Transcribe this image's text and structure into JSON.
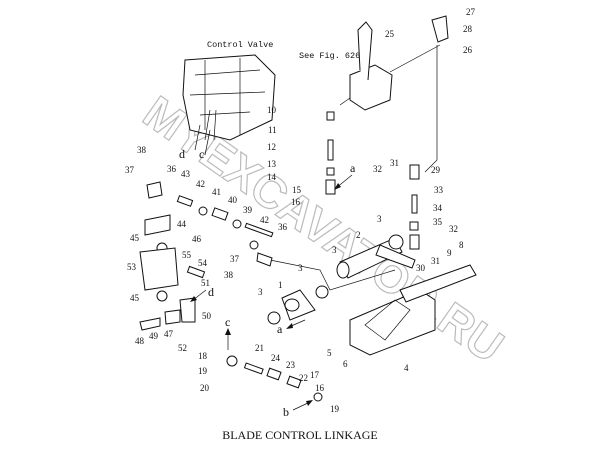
{
  "title": "BLADE CONTROL LINKAGE",
  "watermark": "MYEXCAVATOR.RU",
  "captions": {
    "control_valve": "Control Valve",
    "see_fig": "See Fig. 626"
  },
  "labels": [
    "27",
    "28",
    "26",
    "25",
    "10",
    "11",
    "12",
    "13",
    "14",
    "15",
    "16",
    "a",
    "d",
    "c",
    "38",
    "37",
    "36",
    "43",
    "42",
    "41",
    "40",
    "39",
    "42",
    "36",
    "37",
    "38",
    "44",
    "45",
    "46",
    "55",
    "54",
    "53",
    "51",
    "d",
    "45",
    "50",
    "48",
    "49",
    "47",
    "52",
    "3",
    "1",
    "3",
    "a",
    "c",
    "18",
    "19",
    "20",
    "21",
    "24",
    "23",
    "22",
    "17",
    "16",
    "b",
    "19",
    "6",
    "5",
    "4",
    "31",
    "32",
    "29",
    "33",
    "34",
    "35",
    "32",
    "31",
    "30",
    "3",
    "2",
    "3",
    "9",
    "8"
  ]
}
